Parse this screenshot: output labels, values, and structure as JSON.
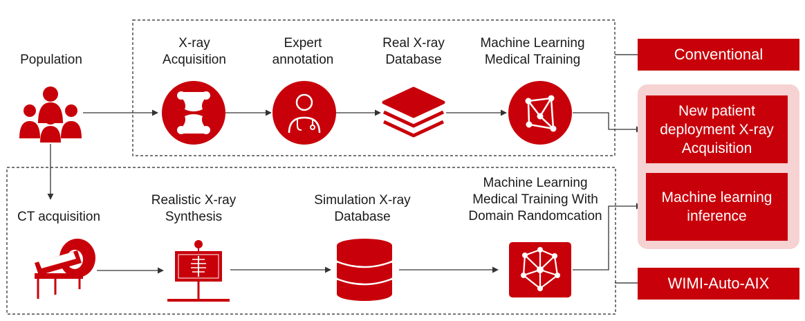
{
  "colors": {
    "accent": "#c8000a",
    "panel": "#f6d2d2",
    "line": "#333333"
  },
  "labels": {
    "population": "Population",
    "xray_acq": [
      "X-ray",
      "Acquisition"
    ],
    "expert": [
      "Expert",
      "annotation"
    ],
    "real_db": [
      "Real X-ray",
      "Database"
    ],
    "ml_training": [
      "Machine Learning",
      "Medical Training"
    ],
    "ct_acq": "CT acquisition",
    "synthesis": [
      "Realistic X-ray",
      "Synthesis"
    ],
    "sim_db": [
      "Simulation X-ray",
      "Database"
    ],
    "ml_domain": [
      "Machine Learning",
      "Medical Training With",
      "Domain Randomcation"
    ]
  },
  "boxes": {
    "conventional": "Conventional",
    "new_patient": [
      "New patient",
      "deployment X-ray",
      "Acquisition"
    ],
    "ml_inference": [
      "Machine learning",
      "inference"
    ],
    "wimi": "WIMI-Auto-AIX"
  },
  "icons": {
    "population": "people-group-icon",
    "xray": "bone-joint-icon",
    "expert": "doctor-icon",
    "real_db": "layers-stack-icon",
    "ml_training": "graph-network-icon",
    "ct": "ct-scanner-icon",
    "synthesis": "xray-display-icon",
    "sim_db": "database-icon",
    "ml_domain": "network-node-icon"
  }
}
